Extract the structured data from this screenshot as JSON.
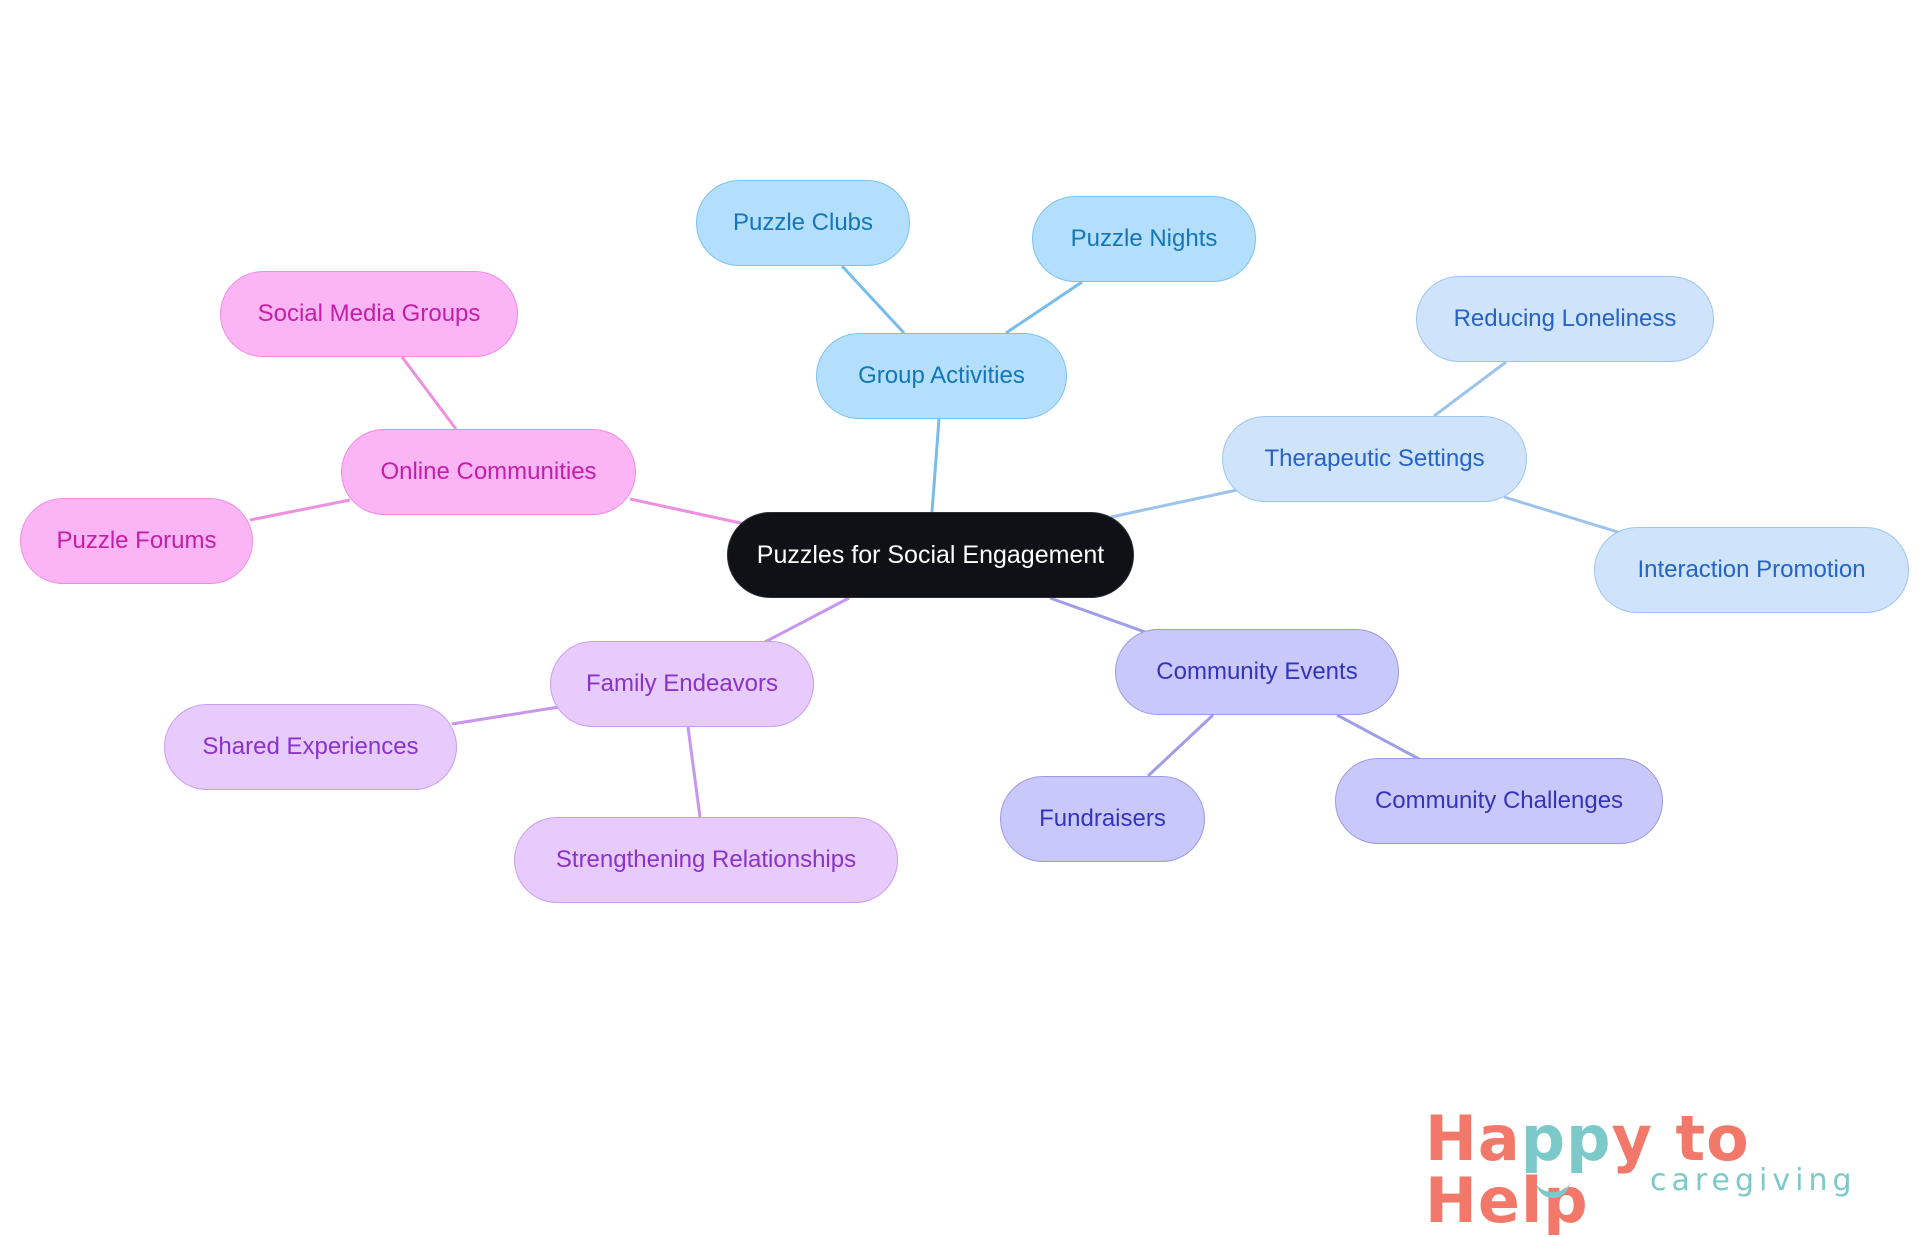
{
  "root": {
    "label": "Puzzles for Social Engagement",
    "color": "#0f1117"
  },
  "branches": [
    {
      "id": "group-activities",
      "label": "Group Activities",
      "color": "#b3dffd",
      "children": [
        {
          "id": "puzzle-clubs",
          "label": "Puzzle Clubs"
        },
        {
          "id": "puzzle-nights",
          "label": "Puzzle Nights"
        }
      ]
    },
    {
      "id": "therapeutic-settings",
      "label": "Therapeutic Settings",
      "color": "#cfe3fb",
      "children": [
        {
          "id": "reducing-loneliness",
          "label": "Reducing Loneliness"
        },
        {
          "id": "interaction-promotion",
          "label": "Interaction Promotion"
        }
      ]
    },
    {
      "id": "community-events",
      "label": "Community Events",
      "color": "#c8c8fb",
      "children": [
        {
          "id": "fundraisers",
          "label": "Fundraisers"
        },
        {
          "id": "community-challenges",
          "label": "Community Challenges"
        }
      ]
    },
    {
      "id": "family-endeavors",
      "label": "Family Endeavors",
      "color": "#e6cbfc",
      "children": [
        {
          "id": "shared-experiences",
          "label": "Shared Experiences"
        },
        {
          "id": "strengthening-relationships",
          "label": "Strengthening Relationships"
        }
      ]
    },
    {
      "id": "online-communities",
      "label": "Online Communities",
      "color": "#fcb5f4",
      "children": [
        {
          "id": "social-media-groups",
          "label": "Social Media Groups"
        },
        {
          "id": "puzzle-forums",
          "label": "Puzzle Forums"
        }
      ]
    }
  ],
  "logo": {
    "happy": "Happy",
    "to_help": "to Help",
    "tagline": "caregiving"
  }
}
